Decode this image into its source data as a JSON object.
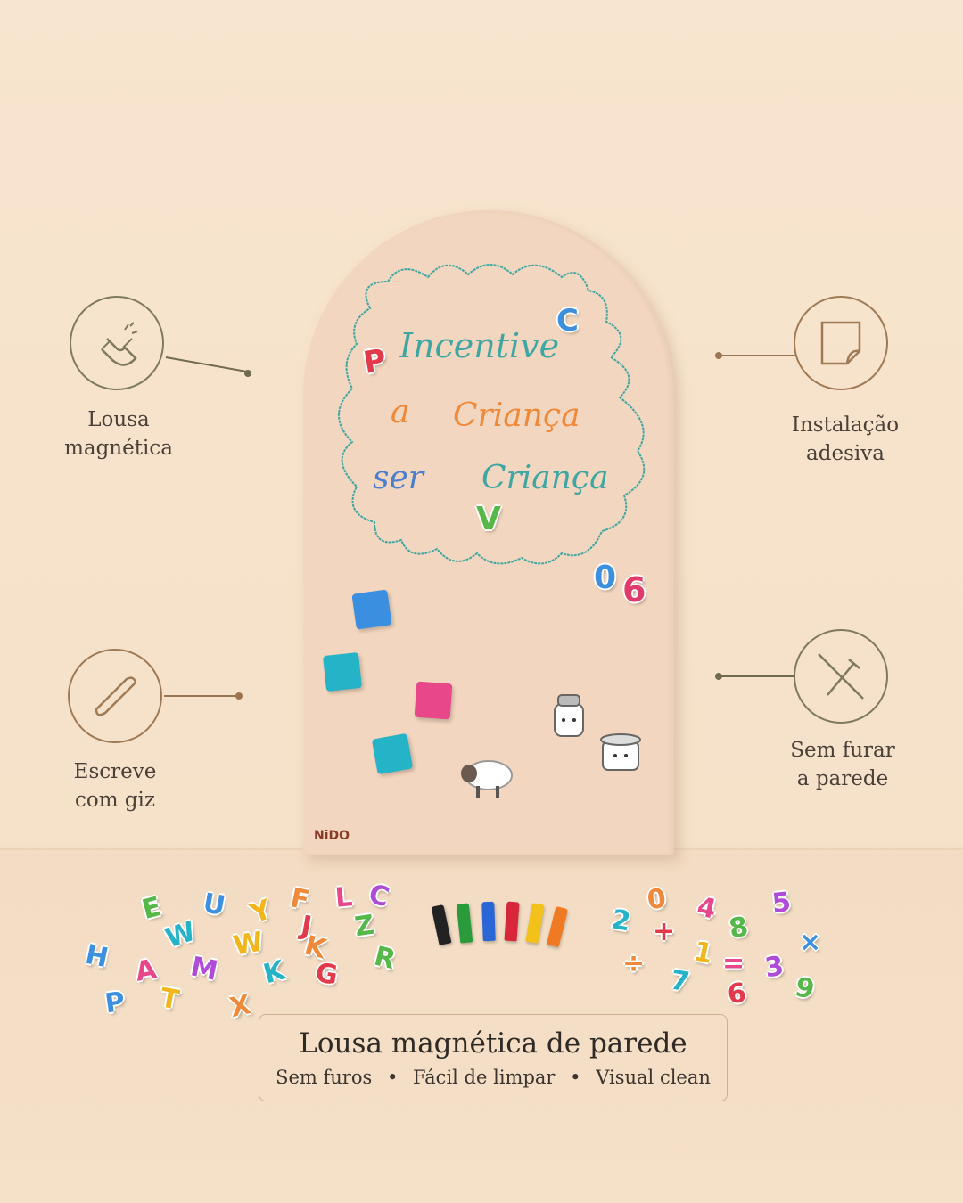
{
  "board": {
    "chalk_line1": "Incentive",
    "chalk_line2a": "a",
    "chalk_line2b": "Criança",
    "chalk_line3a": "ser",
    "chalk_line3b": "Criança",
    "brand": "NiDO",
    "letters": [
      "P",
      "C",
      "V",
      "0",
      "6"
    ]
  },
  "features": {
    "magnetic": {
      "line1": "Lousa",
      "line2": "magnética",
      "icon": "magnet-icon"
    },
    "adhesive": {
      "line1": "Instalação",
      "line2": "adesiva",
      "icon": "sticker-icon"
    },
    "chalk": {
      "line1": "Escreve",
      "line2": "com giz",
      "icon": "chalk-icon"
    },
    "no_drill": {
      "line1": "Sem furar",
      "line2": "a parede",
      "icon": "no-drill-icon"
    }
  },
  "caption": {
    "title": "Lousa magnética de parede",
    "item1": "Sem furos",
    "item2": "Fácil de limpar",
    "item3": "Visual clean",
    "separator": "•"
  },
  "magnets_letters": [
    "E",
    "U",
    "Y",
    "F",
    "L",
    "C",
    "W",
    "J",
    "Z",
    "H",
    "W",
    "K",
    "A",
    "M",
    "K",
    "G",
    "R",
    "P",
    "T",
    "X"
  ],
  "magnets_numbers": [
    "0",
    "4",
    "5",
    "2",
    "+",
    "8",
    "×",
    "1",
    "÷",
    "=",
    "3",
    "7",
    "6",
    "9"
  ],
  "colors": {
    "accent_green": "#7e7a5e",
    "accent_brown": "#a07a55",
    "board": "#f3d6bf",
    "background": "#f8e5cf"
  }
}
